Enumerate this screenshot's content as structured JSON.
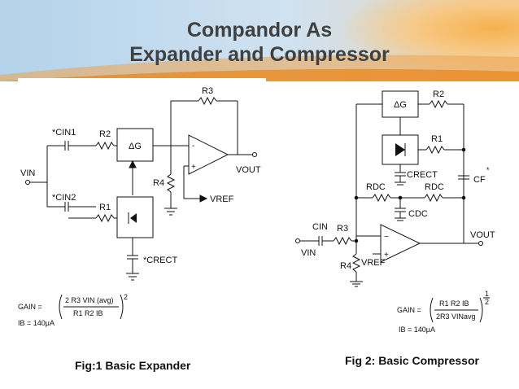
{
  "slide": {
    "title_line1": "Compandor As",
    "title_line2": "Expander and Compressor",
    "colors": {
      "sky": "#bfd9ee",
      "accent": "#f28a17",
      "text": "#404040"
    }
  },
  "fig1": {
    "caption": "Fig:1 Basic Expander",
    "labels": {
      "r3": "R3",
      "cin1": "*CIN1",
      "r2": "R2",
      "dg": "ΔG",
      "vin": "VIN",
      "cin2": "*CIN2",
      "r1": "R1",
      "r4": "R4",
      "vout": "VOUT",
      "vref": "VREF",
      "crect": "*CRECT",
      "minus": "-",
      "plus": "+"
    },
    "gain": {
      "lhs": "GAIN =",
      "num": "2 R3 VIN (avg)",
      "den": "R1 R2 IB",
      "exp": "2",
      "ib": "IB = 140μA"
    }
  },
  "fig2": {
    "caption": "Fig 2: Basic Compressor",
    "labels": {
      "r2": "R2",
      "dg": "ΔG",
      "r1": "R1",
      "crect": "CRECT",
      "cf": "CF",
      "star": "*",
      "rdc_left": "RDC",
      "rdc_right": "RDC",
      "cdc": "CDC",
      "cin": "CIN",
      "r3": "R3",
      "vin": "VIN",
      "vout": "VOUT",
      "r4": "R4",
      "vref": "VREF",
      "minus": "−",
      "plus": "+"
    },
    "gain": {
      "lhs": "GAIN =",
      "num": "R1 R2 IB",
      "den": "2R3 VINavg",
      "exp_num": "1",
      "exp_den": "2",
      "ib": "IB = 140μA"
    }
  }
}
